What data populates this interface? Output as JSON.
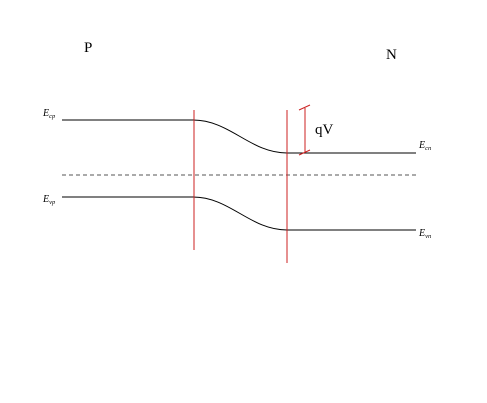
{
  "regions": {
    "p_label": "P",
    "n_label": "N"
  },
  "bands": {
    "ecp": {
      "main": "E",
      "sub": "cp"
    },
    "evp": {
      "main": "E",
      "sub": "vp"
    },
    "ecn": {
      "main": "E",
      "sub": "cn"
    },
    "evn": {
      "main": "E",
      "sub": "vn"
    }
  },
  "barrier": {
    "label": "qV"
  },
  "colors": {
    "band_line": "#000000",
    "fermi_line": "#555555",
    "junction_line": "#cc2222",
    "background": "#ffffff"
  }
}
